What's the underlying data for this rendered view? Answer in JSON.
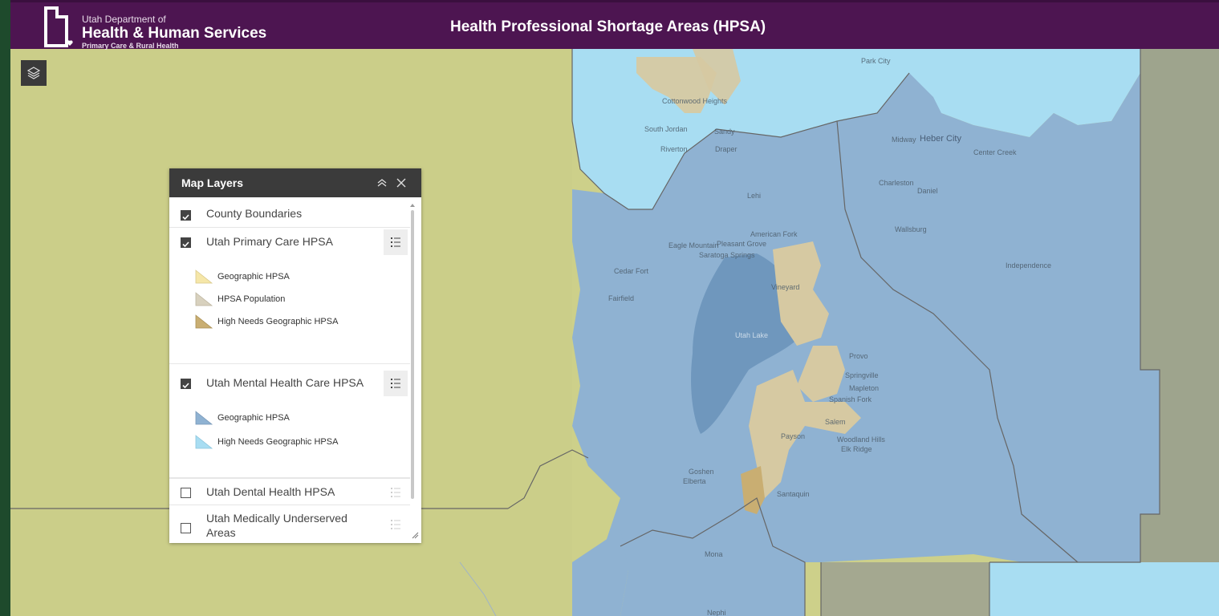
{
  "header": {
    "logo_department": "Utah Department of",
    "logo_main": "Health & Human Services",
    "logo_sub": "Primary Care & Rural Health",
    "title": "Health Professional Shortage Areas (HPSA)",
    "bg_color": "#4d1551"
  },
  "toolbar": {
    "layers_icon": "layers-icon"
  },
  "panel": {
    "title": "Map Layers",
    "layers": [
      {
        "label": "County Boundaries",
        "checked": true
      },
      {
        "label": "Utah Primary Care HPSA",
        "checked": true,
        "legend": [
          {
            "label": "Geographic HPSA",
            "color": "#f5e6a8"
          },
          {
            "label": "HPSA Population",
            "color": "#d8d1be"
          },
          {
            "label": "High Needs Geographic HPSA",
            "color": "#c9ae72"
          }
        ]
      },
      {
        "label": "Utah Mental Health Care HPSA",
        "checked": true,
        "legend": [
          {
            "label": "Geographic HPSA",
            "color": "#8fb2d2"
          },
          {
            "label": "High Needs Geographic HPSA",
            "color": "#a8ddf2"
          }
        ]
      },
      {
        "label": "Utah Dental Health HPSA",
        "checked": false
      },
      {
        "label": "Utah Medically Underserved Areas",
        "checked": false
      }
    ]
  },
  "map": {
    "labels": [
      "Heber City",
      "South Jordan",
      "Sandy",
      "Riverton",
      "Draper",
      "Lehi",
      "American Fork",
      "Pleasant Grove",
      "Eagle Mountain",
      "Saratoga Springs",
      "Cedar Fort",
      "Fairfield",
      "Utah Lake",
      "Provo",
      "Springville",
      "Spanish Fork",
      "Payson",
      "Salem",
      "Goshen",
      "Elberta",
      "Woodland Hills",
      "Elk Ridge",
      "Santaquin",
      "Nephi",
      "Mona",
      "Midway",
      "Charleston",
      "Daniel",
      "Independence",
      "Wallsburg",
      "Center Creek",
      "Cottonwood Heights",
      "Park City",
      "Vineyard",
      "Mapleton"
    ],
    "colors": {
      "geographic_primary": "#cdd08a",
      "mental_geographic": "#8fb2d2",
      "mental_high_needs": "#a8ddf2",
      "population": "#d6c9a2",
      "gray_region": "#9ea48d"
    }
  }
}
